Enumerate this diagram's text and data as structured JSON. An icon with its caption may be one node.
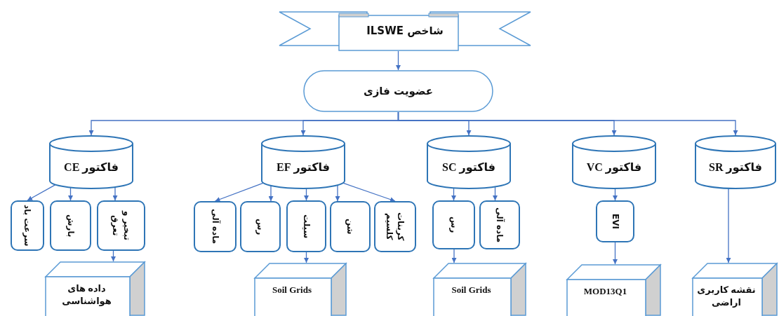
{
  "diagram": {
    "nodes": [
      {
        "text": [
          "شاخص ILSWE"
        ]
      },
      {
        "text": [
          "عضویت فازی"
        ]
      },
      {
        "text": [
          "فاکتور CE"
        ]
      },
      {
        "text": [
          "فاکتور EF"
        ]
      },
      {
        "text": [
          "فاکتور SC"
        ]
      },
      {
        "text": [
          "فاکتور VC"
        ]
      },
      {
        "text": [
          "فاکتور SR"
        ]
      },
      {
        "text": [
          "سرعت باد"
        ]
      },
      {
        "text": [
          "بارش"
        ]
      },
      {
        "text": [
          "تبخیر و تعرق"
        ]
      },
      {
        "text": [
          "داده های هواشناسی"
        ]
      },
      {
        "text": [
          "ماده آلی"
        ]
      },
      {
        "text": [
          "رس"
        ]
      },
      {
        "text": [
          "سیلت"
        ]
      },
      {
        "text": [
          "شن"
        ]
      },
      {
        "text": [
          "کربنات کلسیم"
        ]
      },
      {
        "text": [
          "Soil Grids"
        ]
      },
      {
        "text": [
          "رس"
        ]
      },
      {
        "text": [
          "ماده آلی"
        ]
      },
      {
        "text": [
          "Soil Grids"
        ]
      },
      {
        "text": [
          "EVI"
        ]
      },
      {
        "text": [
          "MOD13Q1"
        ]
      },
      {
        "text": [
          "نقشه کاربری اراضی"
        ]
      }
    ],
    "edges": [
      {
        "from": 0,
        "to": 1,
        "arrow": "to"
      },
      {
        "from": 1,
        "to": 2,
        "arrow": "to"
      },
      {
        "from": 1,
        "to": 3,
        "arrow": "to"
      },
      {
        "from": 1,
        "to": 4,
        "arrow": "to"
      },
      {
        "from": 1,
        "to": 5,
        "arrow": "to"
      },
      {
        "from": 1,
        "to": 6,
        "arrow": "to"
      },
      {
        "from": 2,
        "to": 7,
        "arrow": "to"
      },
      {
        "from": 2,
        "to": 8,
        "arrow": "to"
      },
      {
        "from": 2,
        "to": 9,
        "arrow": "to"
      },
      {
        "from": 9,
        "to": 10,
        "arrow": "to"
      },
      {
        "from": 3,
        "to": 11,
        "arrow": "to"
      },
      {
        "from": 3,
        "to": 12,
        "arrow": "to"
      },
      {
        "from": 3,
        "to": 13,
        "arrow": "to"
      },
      {
        "from": 3,
        "to": 14,
        "arrow": "to"
      },
      {
        "from": 3,
        "to": 15,
        "arrow": "to"
      },
      {
        "from": 13,
        "to": 16,
        "arrow": "to"
      },
      {
        "from": 4,
        "to": 17,
        "arrow": "to"
      },
      {
        "from": 4,
        "to": 18,
        "arrow": "to"
      },
      {
        "from": 17,
        "to": 19,
        "arrow": "to"
      },
      {
        "from": 5,
        "to": 20,
        "arrow": "to"
      },
      {
        "from": 20,
        "to": 21,
        "arrow": "to"
      },
      {
        "from": 6,
        "to": 22,
        "arrow": "to"
      }
    ]
  }
}
